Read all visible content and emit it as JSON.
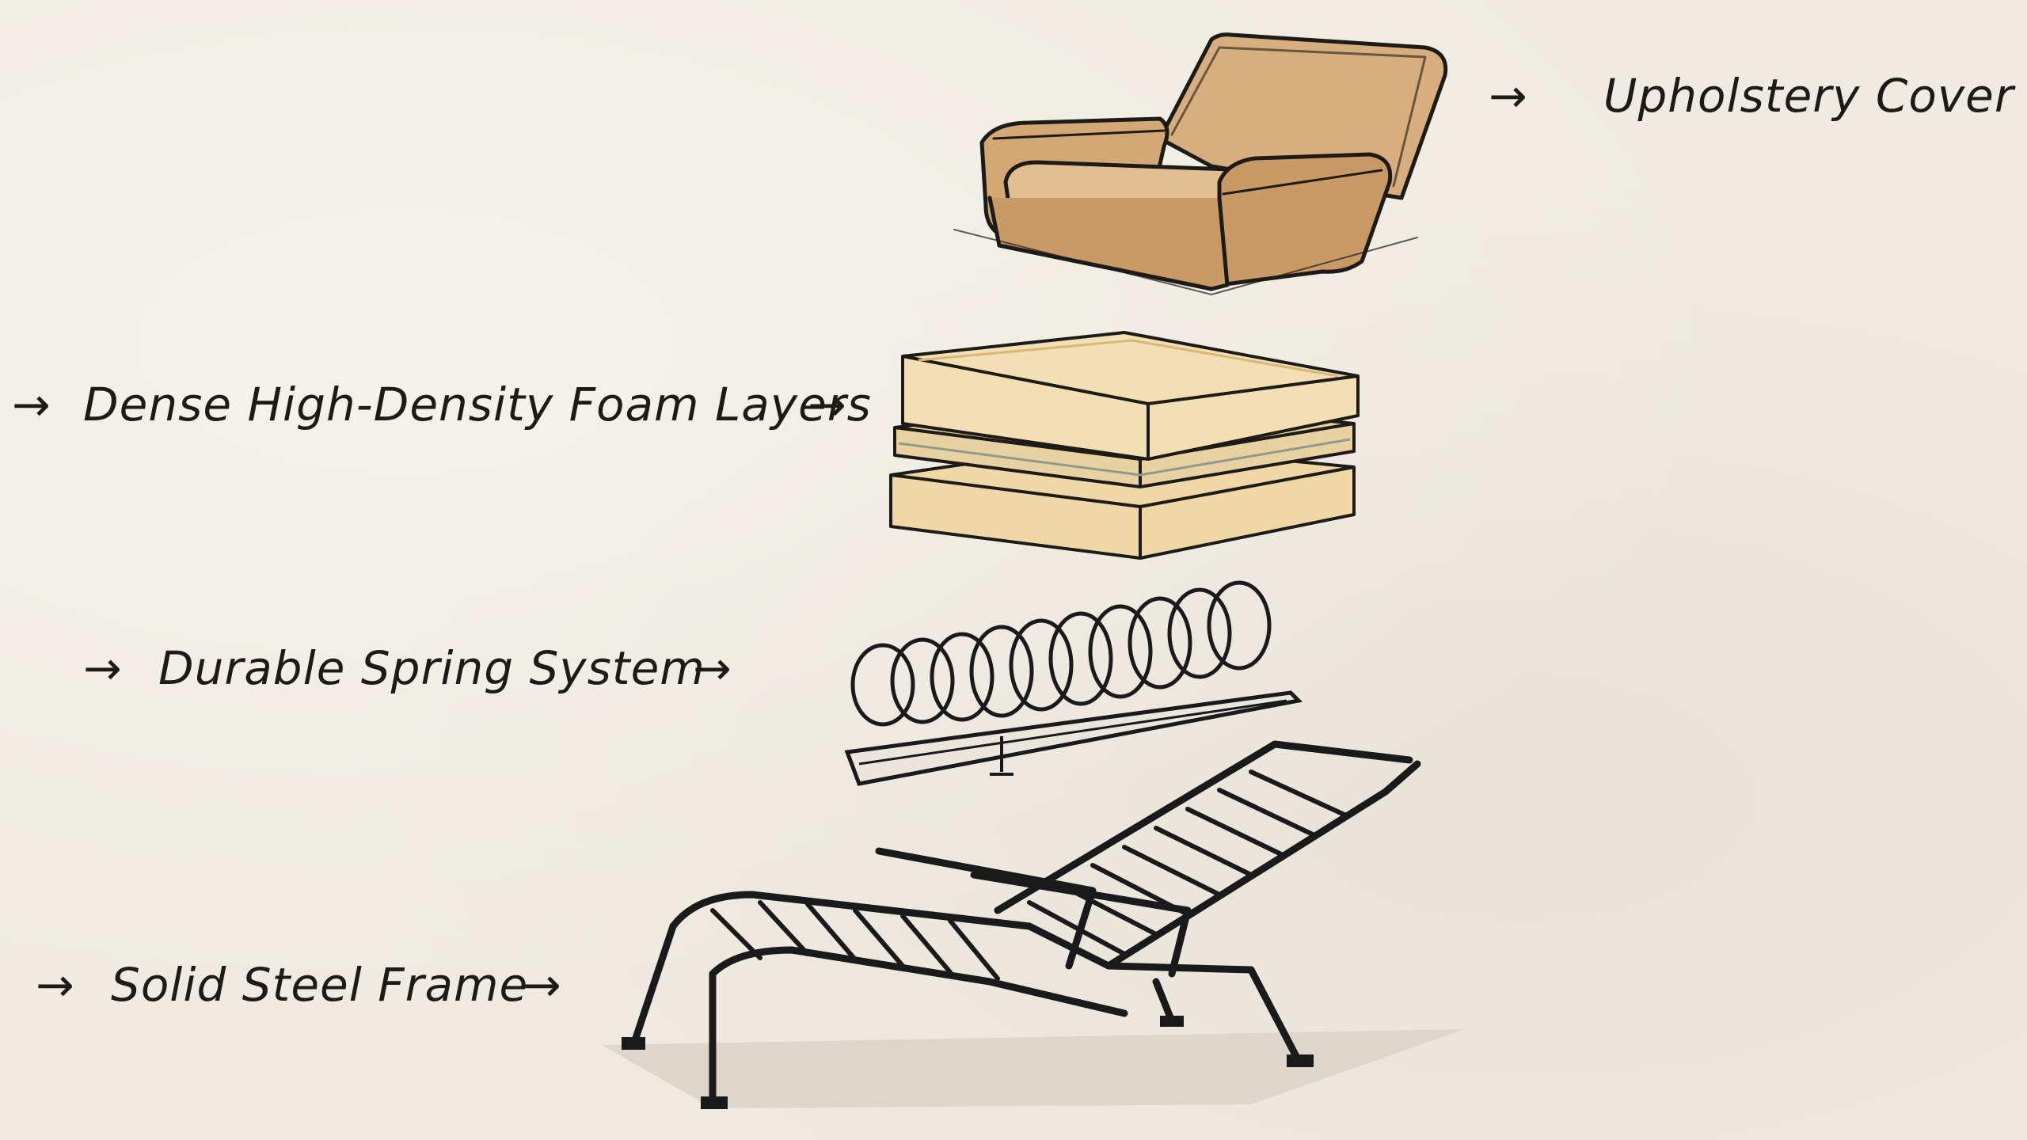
{
  "labels": {
    "upholstery": "Upholstery Cover",
    "foam": "Dense High-Density Foam Layers",
    "spring": "Durable Spring System",
    "frame": "Solid Steel Frame"
  },
  "arrow_glyph": "→",
  "colors": {
    "paper": "#efebe2",
    "ink": "#1d1b18",
    "leather": "#d9b184",
    "leather_shade": "#c4955f",
    "foam": "#f1dcae",
    "foam_shade": "#e3c68f",
    "steel": "#1a1a1a"
  },
  "icons": [
    "armchair-illustration",
    "foam-layers-illustration",
    "spring-system-illustration",
    "steel-frame-illustration"
  ]
}
